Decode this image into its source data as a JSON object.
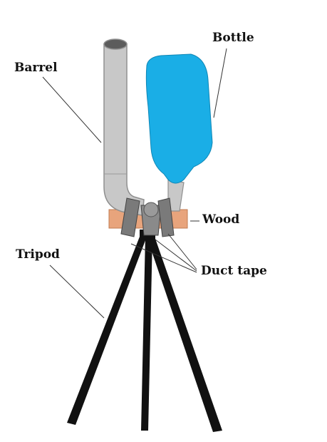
{
  "labels": {
    "barrel": "Barrel",
    "bottle": "Bottle",
    "wood": "Wood",
    "duct_tape": "Duct tape",
    "tripod": "Tripod"
  },
  "colors": {
    "barrel": "#c8c8c8",
    "barrel_dark": "#a0a0a0",
    "bottle": "#1aaee6",
    "wood": "#e8a47c",
    "tape": "#7a7a7a",
    "tripod": "#111111"
  }
}
